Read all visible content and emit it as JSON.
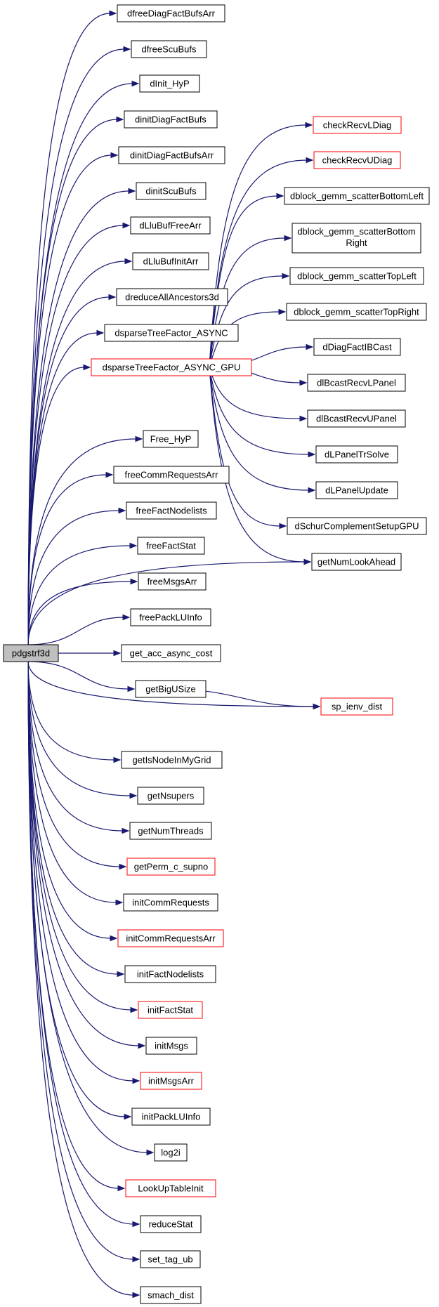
{
  "graph": {
    "colors": {
      "edge": "#191970",
      "normal_border": "#000000",
      "link_border": "#ff0000",
      "root_fill": "#bfbfbf"
    },
    "root": "pdgstrf3d",
    "nodes": [
      {
        "id": "pdgstrf3d",
        "lines": [
          "pdgstrf3d"
        ],
        "kind": "root"
      },
      {
        "id": "dfreeDiagFactBufsArr",
        "lines": [
          "dfreeDiagFactBufsArr"
        ],
        "kind": "normal"
      },
      {
        "id": "dfreeScuBufs",
        "lines": [
          "dfreeScuBufs"
        ],
        "kind": "normal"
      },
      {
        "id": "dInit_HyP",
        "lines": [
          "dInit_HyP"
        ],
        "kind": "normal"
      },
      {
        "id": "dinitDiagFactBufs",
        "lines": [
          "dinitDiagFactBufs"
        ],
        "kind": "normal"
      },
      {
        "id": "dinitDiagFactBufsArr",
        "lines": [
          "dinitDiagFactBufsArr"
        ],
        "kind": "normal"
      },
      {
        "id": "dinitScuBufs",
        "lines": [
          "dinitScuBufs"
        ],
        "kind": "normal"
      },
      {
        "id": "dLluBufFreeArr",
        "lines": [
          "dLluBufFreeArr"
        ],
        "kind": "normal"
      },
      {
        "id": "dLluBufInitArr",
        "lines": [
          "dLluBufInitArr"
        ],
        "kind": "normal"
      },
      {
        "id": "dreduceAllAncestors3d",
        "lines": [
          "dreduceAllAncestors3d"
        ],
        "kind": "normal"
      },
      {
        "id": "dsparseTreeFactor_ASYNC",
        "lines": [
          "dsparseTreeFactor_ASYNC"
        ],
        "kind": "normal"
      },
      {
        "id": "dsparseTreeFactor_ASYNC_GPU",
        "lines": [
          "dsparseTreeFactor_ASYNC_GPU"
        ],
        "kind": "link"
      },
      {
        "id": "Free_HyP",
        "lines": [
          "Free_HyP"
        ],
        "kind": "normal"
      },
      {
        "id": "freeCommRequestsArr",
        "lines": [
          "freeCommRequestsArr"
        ],
        "kind": "normal"
      },
      {
        "id": "freeFactNodelists",
        "lines": [
          "freeFactNodelists"
        ],
        "kind": "normal"
      },
      {
        "id": "freeFactStat",
        "lines": [
          "freeFactStat"
        ],
        "kind": "normal"
      },
      {
        "id": "freeMsgsArr",
        "lines": [
          "freeMsgsArr"
        ],
        "kind": "normal"
      },
      {
        "id": "freePackLUInfo",
        "lines": [
          "freePackLUInfo"
        ],
        "kind": "normal"
      },
      {
        "id": "get_acc_async_cost",
        "lines": [
          "get_acc_async_cost"
        ],
        "kind": "normal"
      },
      {
        "id": "getBigUSize",
        "lines": [
          "getBigUSize"
        ],
        "kind": "normal"
      },
      {
        "id": "getIsNodeInMyGrid",
        "lines": [
          "getIsNodeInMyGrid"
        ],
        "kind": "normal"
      },
      {
        "id": "getNsupers",
        "lines": [
          "getNsupers"
        ],
        "kind": "normal"
      },
      {
        "id": "getNumThreads",
        "lines": [
          "getNumThreads"
        ],
        "kind": "normal"
      },
      {
        "id": "getPerm_c_supno",
        "lines": [
          "getPerm_c_supno"
        ],
        "kind": "link"
      },
      {
        "id": "initCommRequests",
        "lines": [
          "initCommRequests"
        ],
        "kind": "normal"
      },
      {
        "id": "initCommRequestsArr",
        "lines": [
          "initCommRequestsArr"
        ],
        "kind": "link"
      },
      {
        "id": "initFactNodelists",
        "lines": [
          "initFactNodelists"
        ],
        "kind": "normal"
      },
      {
        "id": "initFactStat",
        "lines": [
          "initFactStat"
        ],
        "kind": "link"
      },
      {
        "id": "initMsgs",
        "lines": [
          "initMsgs"
        ],
        "kind": "normal"
      },
      {
        "id": "initMsgsArr",
        "lines": [
          "initMsgsArr"
        ],
        "kind": "link"
      },
      {
        "id": "initPackLUInfo",
        "lines": [
          "initPackLUInfo"
        ],
        "kind": "normal"
      },
      {
        "id": "log2i",
        "lines": [
          "log2i"
        ],
        "kind": "normal"
      },
      {
        "id": "LookUpTableInit",
        "lines": [
          "LookUpTableInit"
        ],
        "kind": "link"
      },
      {
        "id": "reduceStat",
        "lines": [
          "reduceStat"
        ],
        "kind": "normal"
      },
      {
        "id": "set_tag_ub",
        "lines": [
          "set_tag_ub"
        ],
        "kind": "normal"
      },
      {
        "id": "smach_dist",
        "lines": [
          "smach_dist"
        ],
        "kind": "normal"
      },
      {
        "id": "checkRecvLDiag",
        "lines": [
          "checkRecvLDiag"
        ],
        "kind": "link"
      },
      {
        "id": "checkRecvUDiag",
        "lines": [
          "checkRecvUDiag"
        ],
        "kind": "link"
      },
      {
        "id": "dblock_gemm_scatterBottomLeft",
        "lines": [
          "dblock_gemm_scatterBottomLeft"
        ],
        "kind": "normal"
      },
      {
        "id": "dblock_gemm_scatterBottomRight",
        "lines": [
          "dblock_gemm_scatterBottom",
          "Right"
        ],
        "kind": "normal"
      },
      {
        "id": "dblock_gemm_scatterTopLeft",
        "lines": [
          "dblock_gemm_scatterTopLeft"
        ],
        "kind": "normal"
      },
      {
        "id": "dblock_gemm_scatterTopRight",
        "lines": [
          "dblock_gemm_scatterTopRight"
        ],
        "kind": "normal"
      },
      {
        "id": "dDiagFactIBCast",
        "lines": [
          "dDiagFactIBCast"
        ],
        "kind": "normal"
      },
      {
        "id": "dlBcastRecvLPanel",
        "lines": [
          "dlBcastRecvLPanel"
        ],
        "kind": "normal"
      },
      {
        "id": "dlBcastRecvUPanel",
        "lines": [
          "dlBcastRecvUPanel"
        ],
        "kind": "normal"
      },
      {
        "id": "dLPanelTrSolve",
        "lines": [
          "dLPanelTrSolve"
        ],
        "kind": "normal"
      },
      {
        "id": "dLPanelUpdate",
        "lines": [
          "dLPanelUpdate"
        ],
        "kind": "normal"
      },
      {
        "id": "dSchurComplementSetupGPU",
        "lines": [
          "dSchurComplementSetupGPU"
        ],
        "kind": "normal"
      },
      {
        "id": "getNumLookAhead",
        "lines": [
          "getNumLookAhead"
        ],
        "kind": "normal"
      },
      {
        "id": "sp_ienv_dist",
        "lines": [
          "sp_ienv_dist"
        ],
        "kind": "link"
      }
    ],
    "edges": [
      [
        "pdgstrf3d",
        "dfreeDiagFactBufsArr"
      ],
      [
        "pdgstrf3d",
        "dfreeScuBufs"
      ],
      [
        "pdgstrf3d",
        "dInit_HyP"
      ],
      [
        "pdgstrf3d",
        "dinitDiagFactBufs"
      ],
      [
        "pdgstrf3d",
        "dinitDiagFactBufsArr"
      ],
      [
        "pdgstrf3d",
        "dinitScuBufs"
      ],
      [
        "pdgstrf3d",
        "dLluBufFreeArr"
      ],
      [
        "pdgstrf3d",
        "dLluBufInitArr"
      ],
      [
        "pdgstrf3d",
        "dreduceAllAncestors3d"
      ],
      [
        "pdgstrf3d",
        "dsparseTreeFactor_ASYNC"
      ],
      [
        "pdgstrf3d",
        "dsparseTreeFactor_ASYNC_GPU"
      ],
      [
        "pdgstrf3d",
        "Free_HyP"
      ],
      [
        "pdgstrf3d",
        "freeCommRequestsArr"
      ],
      [
        "pdgstrf3d",
        "freeFactNodelists"
      ],
      [
        "pdgstrf3d",
        "freeFactStat"
      ],
      [
        "pdgstrf3d",
        "freeMsgsArr"
      ],
      [
        "pdgstrf3d",
        "freePackLUInfo"
      ],
      [
        "pdgstrf3d",
        "get_acc_async_cost"
      ],
      [
        "pdgstrf3d",
        "getBigUSize"
      ],
      [
        "pdgstrf3d",
        "getIsNodeInMyGrid"
      ],
      [
        "pdgstrf3d",
        "getNsupers"
      ],
      [
        "pdgstrf3d",
        "getNumThreads"
      ],
      [
        "pdgstrf3d",
        "getPerm_c_supno"
      ],
      [
        "pdgstrf3d",
        "initCommRequests"
      ],
      [
        "pdgstrf3d",
        "initCommRequestsArr"
      ],
      [
        "pdgstrf3d",
        "initFactNodelists"
      ],
      [
        "pdgstrf3d",
        "initFactStat"
      ],
      [
        "pdgstrf3d",
        "initMsgs"
      ],
      [
        "pdgstrf3d",
        "initMsgsArr"
      ],
      [
        "pdgstrf3d",
        "initPackLUInfo"
      ],
      [
        "pdgstrf3d",
        "log2i"
      ],
      [
        "pdgstrf3d",
        "LookUpTableInit"
      ],
      [
        "pdgstrf3d",
        "reduceStat"
      ],
      [
        "pdgstrf3d",
        "set_tag_ub"
      ],
      [
        "pdgstrf3d",
        "smach_dist"
      ],
      [
        "pdgstrf3d",
        "getNumLookAhead"
      ],
      [
        "pdgstrf3d",
        "sp_ienv_dist"
      ],
      [
        "getBigUSize",
        "sp_ienv_dist"
      ],
      [
        "dsparseTreeFactor_ASYNC_GPU",
        "checkRecvLDiag"
      ],
      [
        "dsparseTreeFactor_ASYNC_GPU",
        "checkRecvUDiag"
      ],
      [
        "dsparseTreeFactor_ASYNC_GPU",
        "dblock_gemm_scatterBottomLeft"
      ],
      [
        "dsparseTreeFactor_ASYNC_GPU",
        "dblock_gemm_scatterBottomRight"
      ],
      [
        "dsparseTreeFactor_ASYNC_GPU",
        "dblock_gemm_scatterTopLeft"
      ],
      [
        "dsparseTreeFactor_ASYNC_GPU",
        "dblock_gemm_scatterTopRight"
      ],
      [
        "dsparseTreeFactor_ASYNC_GPU",
        "dDiagFactIBCast"
      ],
      [
        "dsparseTreeFactor_ASYNC_GPU",
        "dlBcastRecvLPanel"
      ],
      [
        "dsparseTreeFactor_ASYNC_GPU",
        "dlBcastRecvUPanel"
      ],
      [
        "dsparseTreeFactor_ASYNC_GPU",
        "dLPanelTrSolve"
      ],
      [
        "dsparseTreeFactor_ASYNC_GPU",
        "dLPanelUpdate"
      ],
      [
        "dsparseTreeFactor_ASYNC_GPU",
        "dSchurComplementSetupGPU"
      ],
      [
        "dsparseTreeFactor_ASYNC_GPU",
        "getNumLookAhead"
      ]
    ]
  }
}
